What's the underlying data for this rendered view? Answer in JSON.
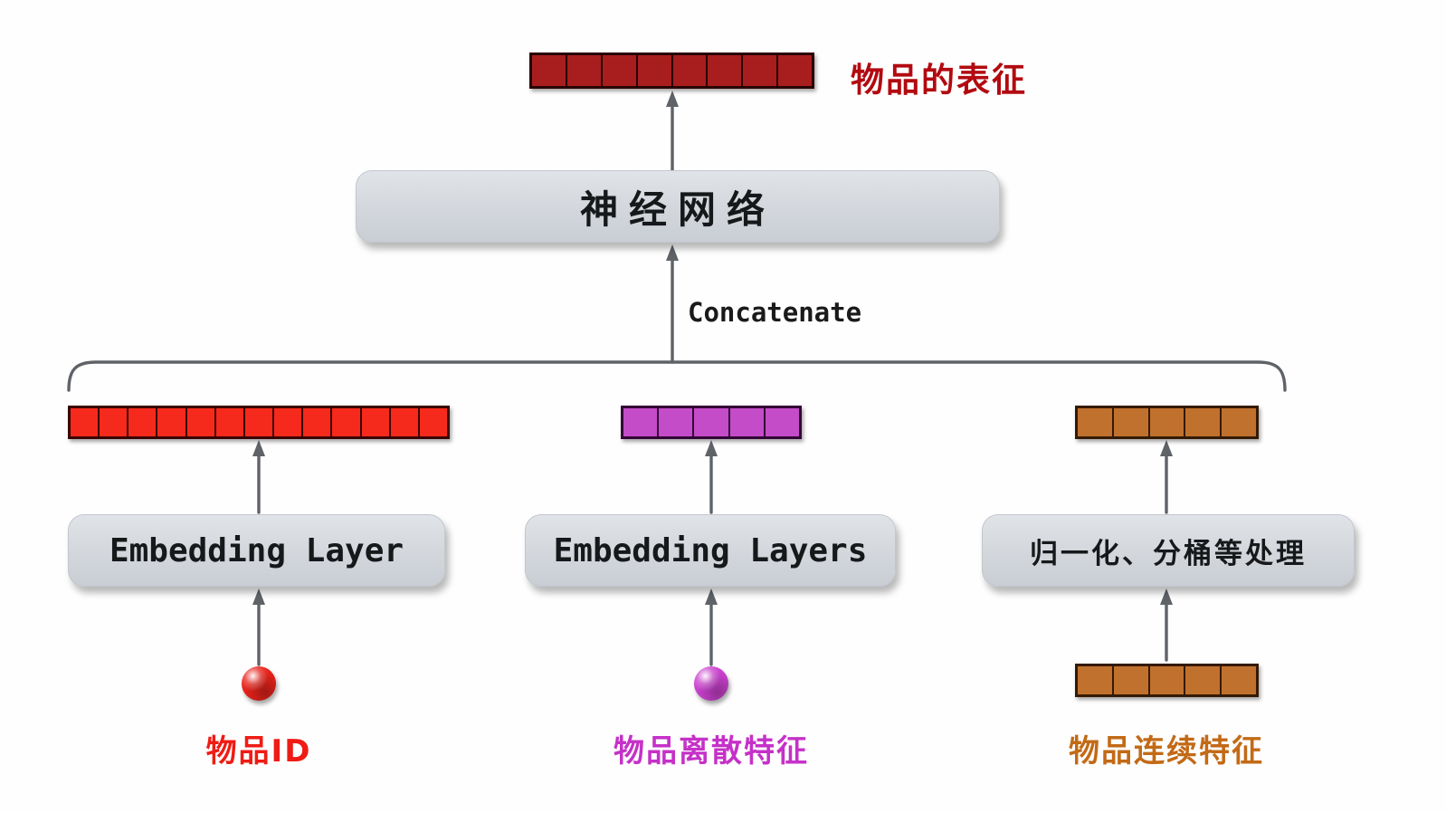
{
  "output": {
    "label": "物品的表征",
    "label_color": "#b20a10",
    "bar": {
      "cells": 8,
      "fill": "#a81e1e",
      "border": "#2a0202"
    }
  },
  "network": {
    "label": "神经网络"
  },
  "concat": {
    "label": "Concatenate"
  },
  "branches": [
    {
      "name": "item-id",
      "vector": {
        "cells": 13,
        "fill": "#f52a1c",
        "border": "#3a0502"
      },
      "process_label": "Embedding Layer",
      "input_label": "物品ID",
      "label_color": "#ee1c14",
      "ball_color": "#e8231b"
    },
    {
      "name": "item-discrete-features",
      "vector": {
        "cells": 5,
        "fill": "#c44cc8",
        "border": "#330636"
      },
      "process_label": "Embedding Layers",
      "input_label": "物品离散特征",
      "label_color": "#c531c8",
      "ball_color": "#cb41cf"
    },
    {
      "name": "item-continuous-features",
      "vector": {
        "cells": 5,
        "fill": "#c1712e",
        "border": "#351a02"
      },
      "process_label": "归一化、分桶等处理",
      "input_label": "物品连续特征",
      "label_color": "#c26a16",
      "input_vector": {
        "cells": 5,
        "fill": "#c1712e",
        "border": "#351a02"
      }
    }
  ],
  "connector_color": "#5f6368"
}
